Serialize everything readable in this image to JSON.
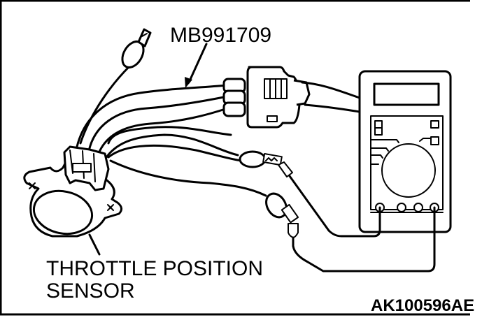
{
  "figure": {
    "type": "wiring diagram",
    "colors": {
      "line": "#000000",
      "background": "#ffffff"
    }
  },
  "labels": {
    "tool": "MB991709",
    "sensor_line1": "THROTTLE POSITION",
    "sensor_line2": "SENSOR",
    "figure_code": "AK100596AE"
  },
  "components": [
    {
      "name": "throttle position sensor",
      "role": "sensor"
    },
    {
      "name": "MB991709",
      "role": "test harness"
    },
    {
      "name": "harness connector",
      "role": "connector"
    },
    {
      "name": "digital multimeter",
      "role": "meter",
      "terminals_used": 2,
      "terminals_total": 4
    },
    {
      "name": "alligator clip probes",
      "role": "test leads",
      "count": 2
    }
  ]
}
